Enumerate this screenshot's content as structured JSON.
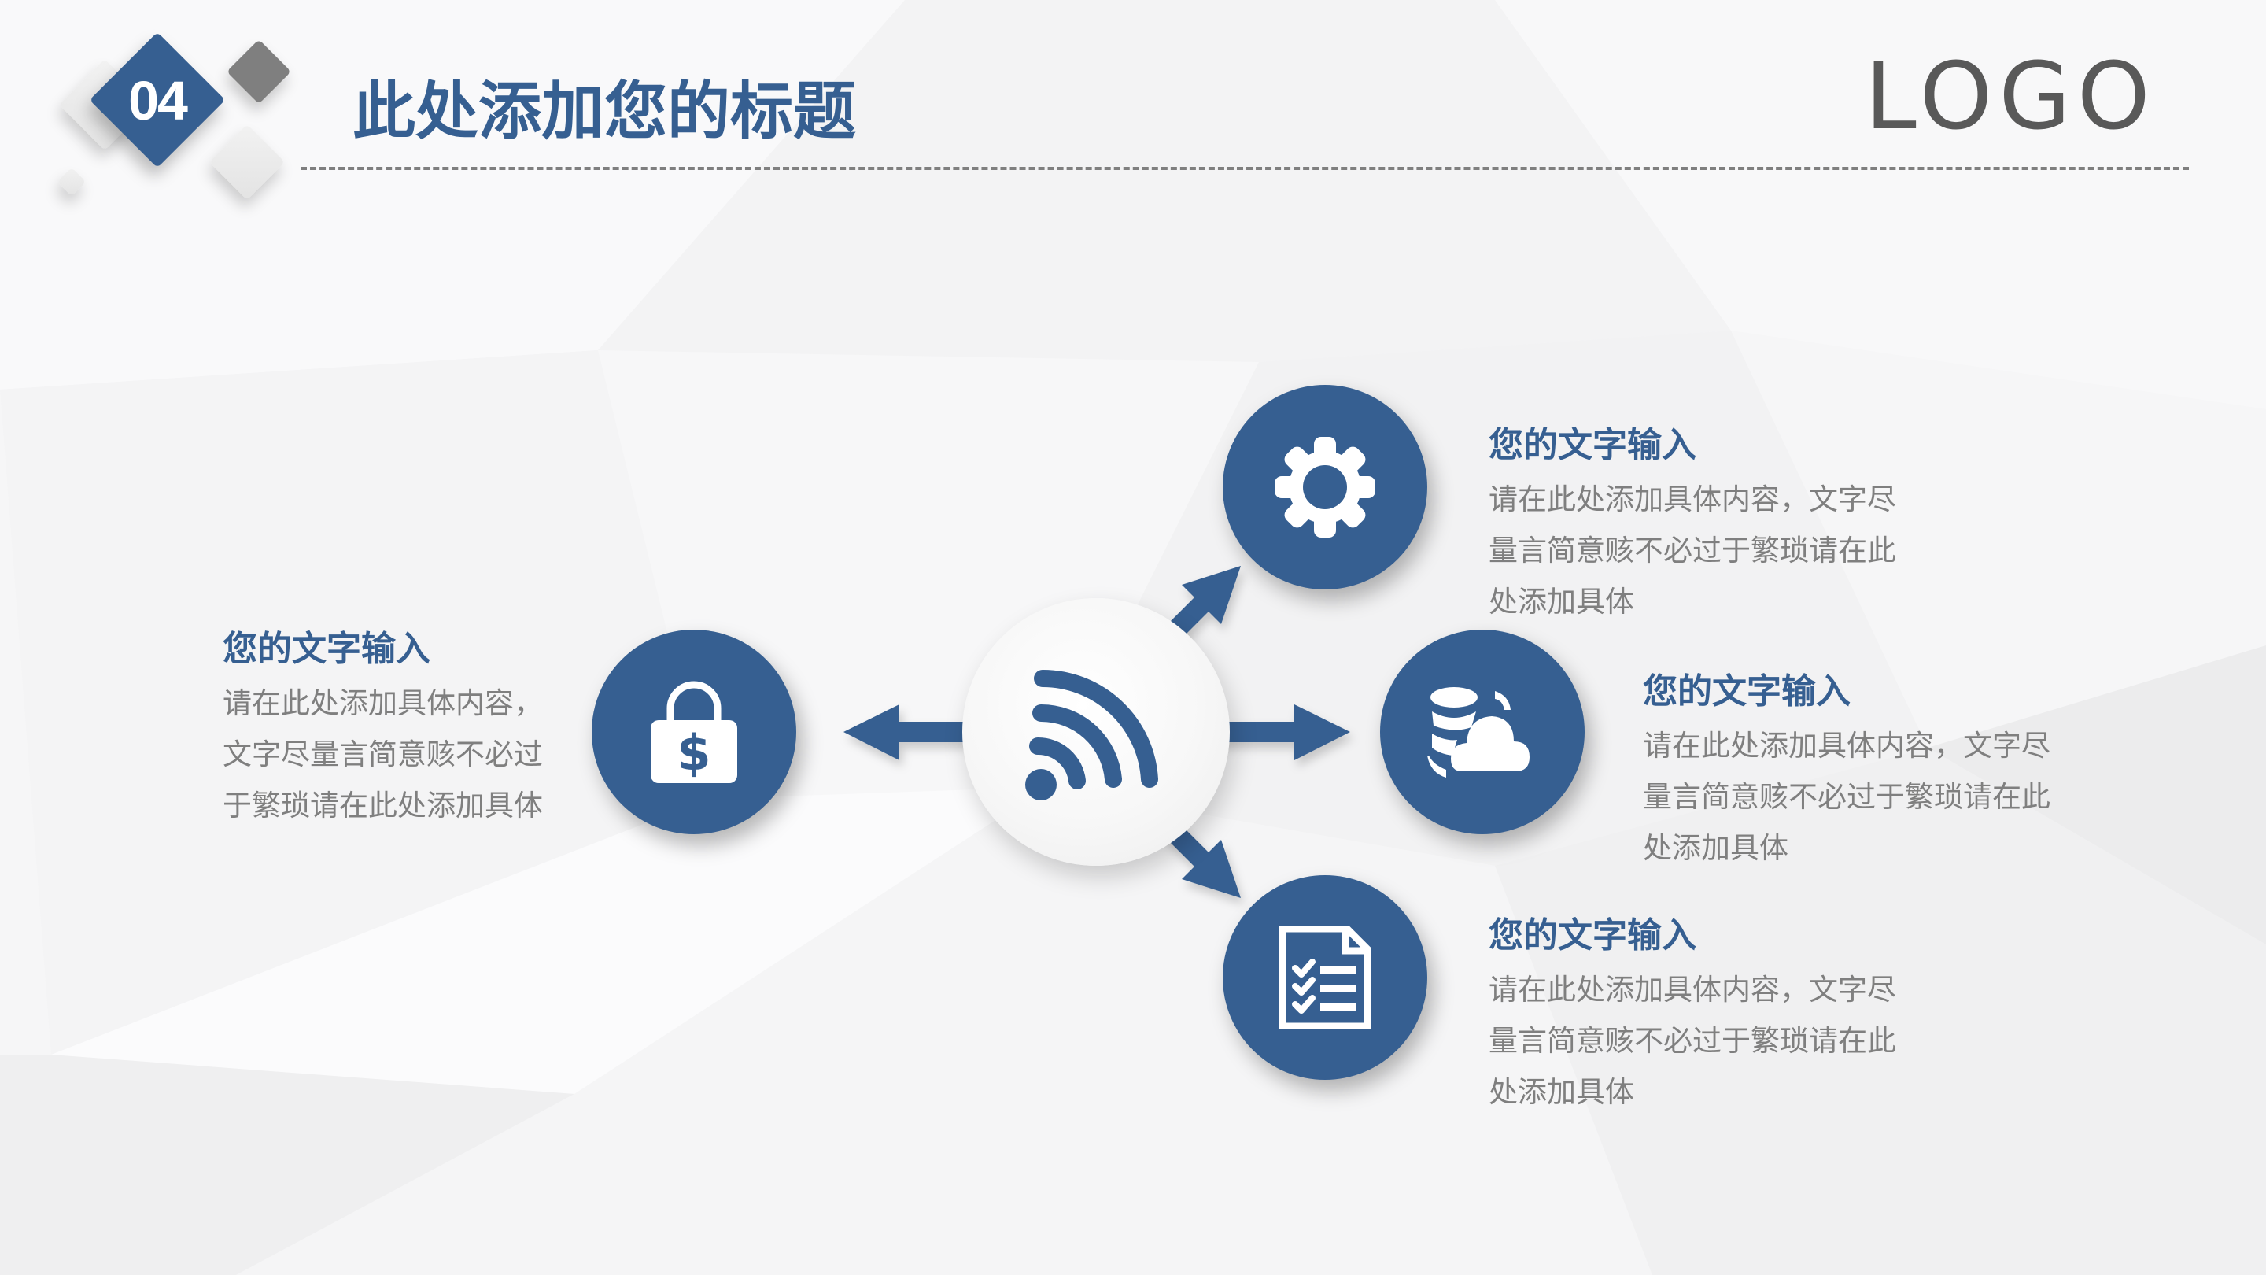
{
  "theme": {
    "accent": "#365f91",
    "secondary_gray": "#7f7f7f",
    "body_text": "#7f7f7f",
    "logo_color": "#595959",
    "background": "#f6f6f7"
  },
  "header": {
    "section_number": "04",
    "title": "此处添加您的标题",
    "logo": "LOGO"
  },
  "hub": {
    "icon": "wifi-signal-icon"
  },
  "nodes": [
    {
      "id": "left",
      "icon": "lock-dollar-icon",
      "title": "您的文字输入",
      "body_lines": [
        "请在此处添加具体内容，",
        "文字尽量言简意赅不必过",
        "于繁琐请在此处添加具体"
      ]
    },
    {
      "id": "top-right",
      "icon": "gear-icon",
      "title": "您的文字输入",
      "body_lines": [
        "请在此处添加具体内容，文字尽",
        "量言简意赅不必过于繁琐请在此",
        "处添加具体"
      ]
    },
    {
      "id": "middle-right",
      "icon": "database-cloud-icon",
      "title": "您的文字输入",
      "body_lines": [
        "请在此处添加具体内容，文字尽",
        "量言简意赅不必过于繁琐请在此",
        "处添加具体"
      ]
    },
    {
      "id": "bottom-right",
      "icon": "checklist-document-icon",
      "title": "您的文字输入",
      "body_lines": [
        "请在此处添加具体内容，文字尽",
        "量言简意赅不必过于繁琐请在此",
        "处添加具体"
      ]
    }
  ]
}
